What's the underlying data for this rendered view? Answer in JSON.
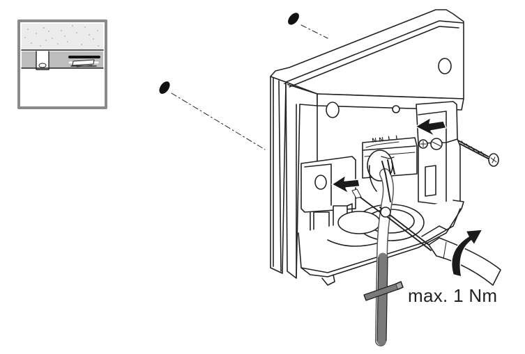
{
  "diagram": {
    "torque_label": "max. 1 Nm",
    "terminals": [
      {
        "label": "N"
      },
      {
        "label": "N"
      },
      {
        "label": "L"
      },
      {
        "label": "L"
      }
    ]
  },
  "colors": {
    "line": "#222222",
    "inset_frame": "#8a8a8a",
    "inset_wall": "#ececec",
    "arrow": "#1a1a1a"
  },
  "icons": {
    "wall_plug_marker": "filled-ellipse",
    "rotation_arrow": "curved-arrow"
  }
}
